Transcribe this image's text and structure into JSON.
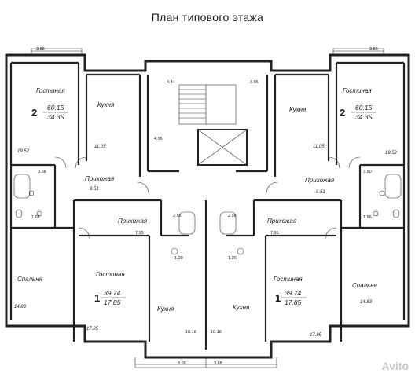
{
  "title": "План  типового этажа",
  "watermark": "Avito",
  "labels": {
    "living": "Гостиная",
    "kitchen": "Кухня",
    "hall": "Прихожая",
    "bedroom": "Спальня"
  },
  "apartments": {
    "tl": {
      "rooms": "2",
      "total": "60.15",
      "living": "34.35"
    },
    "tr": {
      "rooms": "2",
      "total": "60.15",
      "living": "34.35"
    },
    "bl": {
      "rooms": "1",
      "total": "39.74",
      "living": "17.85"
    },
    "br": {
      "rooms": "1",
      "total": "39.74",
      "living": "17.85"
    }
  },
  "areas": {
    "tl_living": "19.52",
    "tl_kitchen": "11.05",
    "tl_hall": "9.51",
    "tl_bath": "3.58",
    "tl_wc": "1.66",
    "tr_living": "19.52",
    "tr_kitchen": "11.05",
    "tr_hall": "9.51",
    "tr_bath": "3.50",
    "tr_wc": "1.66",
    "tl_bedroom": "14.83",
    "tr_bedroom": "14.83",
    "bl_hall": "7.95",
    "br_hall": "7.95",
    "bl_bath": "2.56",
    "br_bath": "2.56",
    "bl_wc": "1.20",
    "br_wc": "1.20",
    "bl_living": "17.85",
    "br_living": "17.85",
    "bl_kitchen": "10.18",
    "br_kitchen": "10.18",
    "stair_l": "4.44",
    "stair_r": "3.96",
    "lift": "4.96",
    "balc_tl": "3.88",
    "balc_tr": "3.88",
    "balc_bl": "3.68",
    "balc_br": "3.68"
  }
}
